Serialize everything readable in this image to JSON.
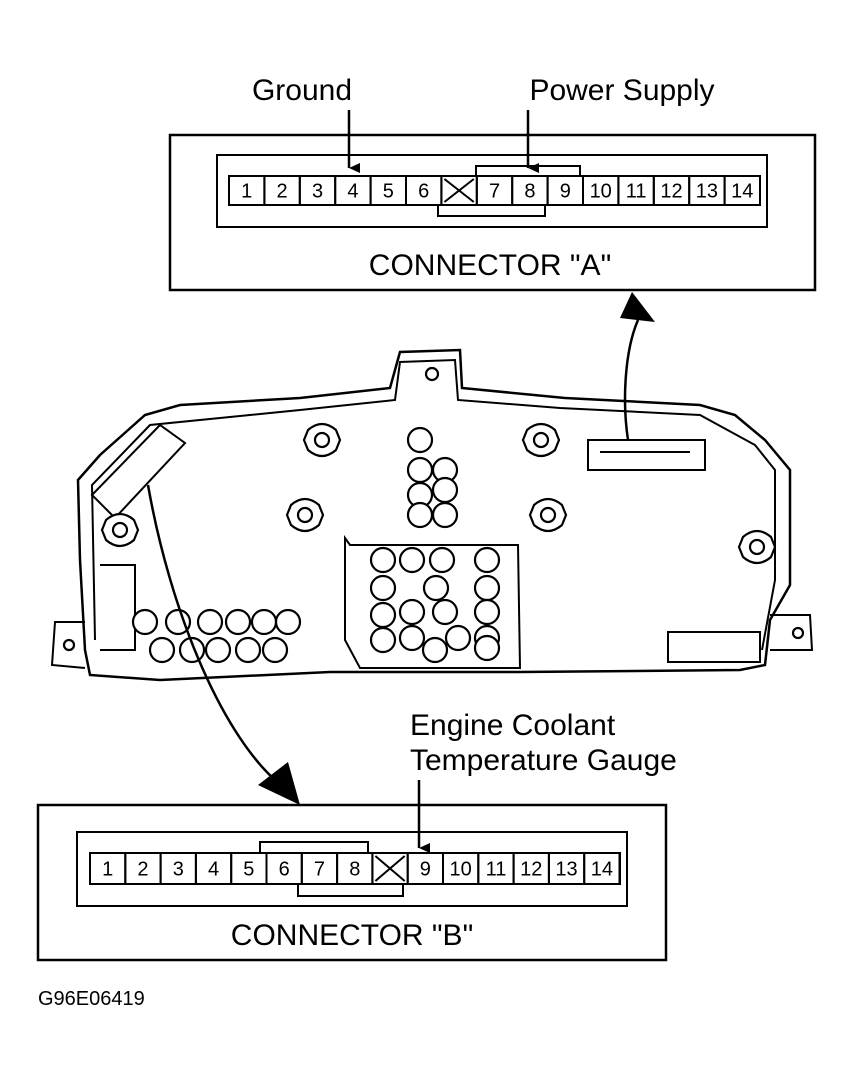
{
  "labels": {
    "ground": "Ground",
    "power_supply": "Power Supply",
    "ect_line1": "Engine Coolant",
    "ect_line2": "Temperature Gauge",
    "connector_a": "CONNECTOR \"A\"",
    "connector_b": "CONNECTOR \"B\"",
    "figure_code": "G96E06419"
  },
  "connector_a": {
    "pins": [
      "1",
      "2",
      "3",
      "4",
      "5",
      "6",
      "X",
      "7",
      "8",
      "9",
      "10",
      "11",
      "12",
      "13",
      "14"
    ]
  },
  "connector_b": {
    "pins": [
      "1",
      "2",
      "3",
      "4",
      "5",
      "6",
      "7",
      "8",
      "X",
      "9",
      "10",
      "11",
      "12",
      "13",
      "14"
    ]
  }
}
